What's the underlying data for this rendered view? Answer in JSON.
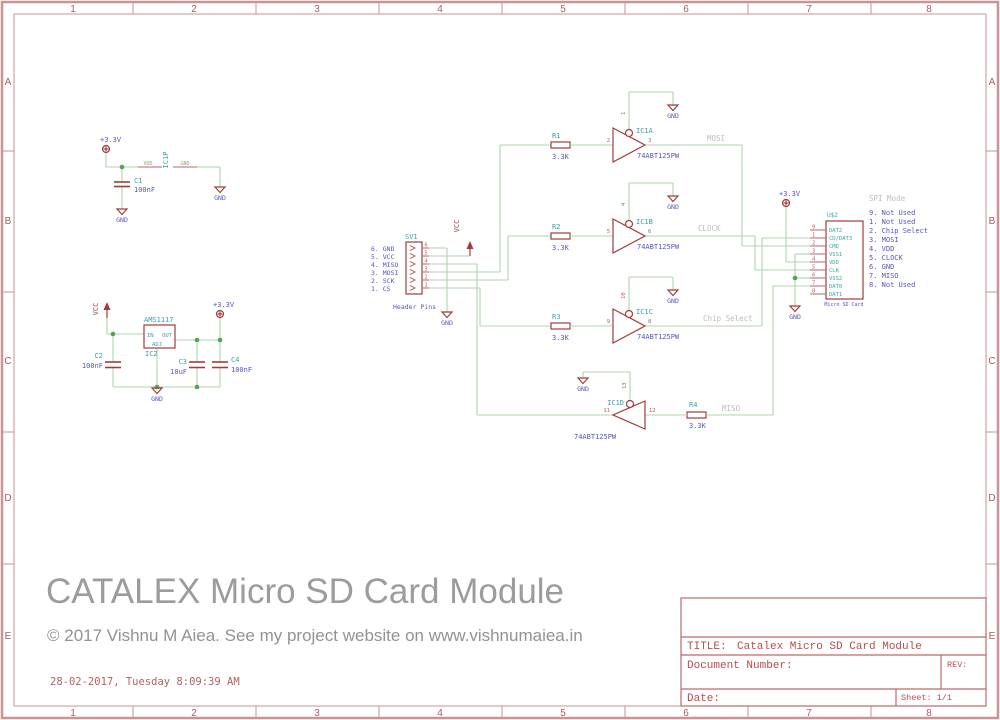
{
  "frame": {
    "columns": [
      "1",
      "2",
      "3",
      "4",
      "5",
      "6",
      "7",
      "8"
    ],
    "rows": [
      "A",
      "B",
      "C",
      "D",
      "E"
    ]
  },
  "labels": {
    "gnd": "GND",
    "vcc": "VCC",
    "v33": "+3.3V"
  },
  "power_flag": {
    "designator": "IC1P",
    "pin_vdd": "VDD",
    "pin_gnd": "GND",
    "cap_name": "C1",
    "cap_value": "100nF"
  },
  "regulator": {
    "value": "AMS1117",
    "designator": "IC2",
    "pin_in": "IN",
    "pin_out": "OUT",
    "pin_adj": "ADJ",
    "c2_name": "C2",
    "c2_value": "100nF",
    "c3_name": "C3",
    "c3_value": "10uF",
    "c4_name": "C4",
    "c4_value": "100nF"
  },
  "header_conn": {
    "designator": "SV1",
    "caption": "Header Pins",
    "pin_numbers": [
      "6",
      "5",
      "4",
      "3",
      "2",
      "1"
    ],
    "pin_labels": [
      "6. GND",
      "5. VCC",
      "4. MISO",
      "3. MOSI",
      "2. SCK",
      "1. CS"
    ]
  },
  "buffers": {
    "part_value": "74ABT125PW",
    "a": {
      "designator": "IC1A",
      "pin_en": "1",
      "pin_in": "2",
      "pin_out": "3",
      "res_name": "R1",
      "res_value": "3.3K",
      "net": "MOSI"
    },
    "b": {
      "designator": "IC1B",
      "pin_en": "4",
      "pin_in": "5",
      "pin_out": "6",
      "res_name": "R2",
      "res_value": "3.3K",
      "net": "CLOCK"
    },
    "c": {
      "designator": "IC1C",
      "pin_en": "10",
      "pin_in": "9",
      "pin_out": "8",
      "res_name": "R3",
      "res_value": "3.3K",
      "net": "Chip Select"
    },
    "d": {
      "designator": "IC1D",
      "pin_en": "13",
      "pin_in": "12",
      "pin_out": "11",
      "res_name": "R4",
      "res_value": "3.3K",
      "net": "MISO"
    }
  },
  "sd_card": {
    "designator": "U$2",
    "caption": "Micro SD Card",
    "pins": [
      {
        "num": "9",
        "name": "DAT2"
      },
      {
        "num": "1",
        "name": "CD/DAT3"
      },
      {
        "num": "2",
        "name": "CMD"
      },
      {
        "num": "3",
        "name": "VSS1"
      },
      {
        "num": "4",
        "name": "VDD"
      },
      {
        "num": "5",
        "name": "CLK"
      },
      {
        "num": "6",
        "name": "VSS2"
      },
      {
        "num": "7",
        "name": "DAT0"
      },
      {
        "num": "8",
        "name": "DAT1"
      }
    ]
  },
  "spi_mode": {
    "title": "SPI Mode",
    "items": [
      "9. Not Used",
      "1. Not Used",
      "2. Chip Select",
      "3. MOSI",
      "4. VDD",
      "5. CLOCK",
      "6. GND",
      "7. MISO",
      "8. Not Used"
    ]
  },
  "title_block": {
    "title_label": "TITLE:",
    "title": "Catalex Micro SD Card Module",
    "doc_label": "Document Number:",
    "rev_label": "REV:",
    "date_label": "Date:",
    "sheet_label": "Sheet: 1/1"
  },
  "footer": {
    "main_title": "CATALEX Micro SD Card Module",
    "copyright": "© 2017 Vishnu M Aiea. See my project website on www.vishnumaiea.in",
    "timestamp": "28-02-2017, Tuesday 8:09:39 AM"
  }
}
